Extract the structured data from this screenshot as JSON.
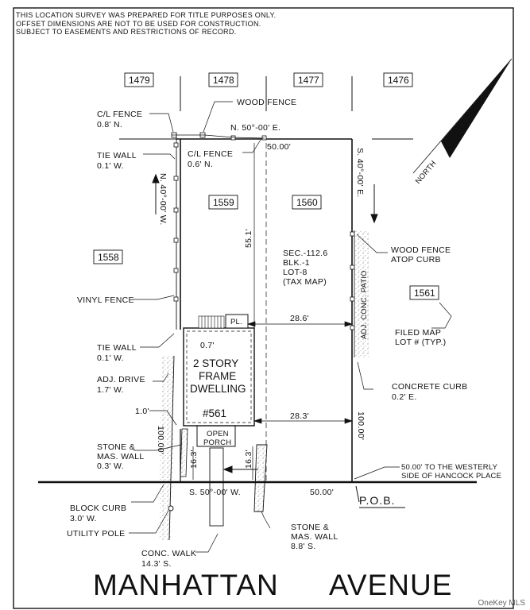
{
  "notes": [
    "THIS LOCATION SURVEY WAS PREPARED FOR TITLE PURPOSES ONLY.",
    "OFFSET DIMENSIONS ARE NOT TO BE USED FOR CONSTRUCTION.",
    "SUBJECT TO EASEMENTS AND RESTRICTIONS OF RECORD."
  ],
  "lots": {
    "l1479": "1479",
    "l1478": "1478",
    "l1477": "1477",
    "l1476": "1476",
    "l1559": "1559",
    "l1560": "1560",
    "l1558": "1558",
    "l1561": "1561"
  },
  "bearings": {
    "north_line": "N. 50°-00' E.",
    "north_dist": "50.00'",
    "west_line": "N. 40°-00' W.",
    "east_line": "S. 40°-00' E.",
    "south_line": "S. 50°-00' W.",
    "south_dist": "50.00'",
    "east_dist": "100.00'",
    "west_dist": "100.00'"
  },
  "labels": {
    "cl_fence_08_a": "C/L FENCE",
    "cl_fence_08_b": "0.8' N.",
    "wood_fence": "WOOD FENCE",
    "tie_wall_top_a": "TIE WALL",
    "tie_wall_top_b": "0.1' W.",
    "cl_fence_06_a": "C/L FENCE",
    "cl_fence_06_b": "0.6' N.",
    "wood_fence_curb_a": "WOOD FENCE",
    "wood_fence_curb_b": "ATOP CURB",
    "patio": "ADJ. CONC. PATIO",
    "vinyl_fence": "VINYL FENCE",
    "tax_a": "SEC.-112.6",
    "tax_b": "BLK.-1",
    "tax_c": "LOT-8",
    "tax_d": "(TAX MAP)",
    "dim_551": "55.1'",
    "pl": "PL.",
    "dim_286": "28.6'",
    "dim_07": "0.7'",
    "filed_map_a": "FILED MAP",
    "filed_map_b": "LOT # (TYP.)",
    "tie_wall_mid_a": "TIE WALL",
    "tie_wall_mid_b": "0.1' W.",
    "adj_drive_a": "ADJ. DRIVE",
    "adj_drive_b": "1.7' W.",
    "house_a": "2 STORY",
    "house_b": "FRAME",
    "house_c": "DWELLING",
    "house_d": "#561",
    "concrete_curb_a": "CONCRETE CURB",
    "concrete_curb_b": "0.2' E.",
    "dim_10": "1.0'",
    "dim_283": "28.3'",
    "open_porch_a": "OPEN",
    "open_porch_b": "PORCH",
    "stone_wall_w_a": "STONE &",
    "stone_wall_w_b": "MAS. WALL",
    "stone_wall_w_c": "0.3' W.",
    "dim_163a": "16.3'",
    "dim_163b": "16.3'",
    "westerly_a": "50.00' TO THE WESTERLY",
    "westerly_b": "SIDE OF HANCOCK PLACE",
    "pob": "P.O.B.",
    "block_curb_a": "BLOCK CURB",
    "block_curb_b": "3.0' W.",
    "utility_pole": "UTILITY POLE",
    "stone_wall_e_a": "STONE &",
    "stone_wall_e_b": "MAS. WALL",
    "stone_wall_e_c": "8.8' S.",
    "conc_walk_a": "CONC. WALK",
    "conc_walk_b": "14.3' S.",
    "north": "NORTH"
  },
  "street": {
    "word1": "MANHATTAN",
    "word2": "AVENUE"
  },
  "watermark": "OneKey MLS"
}
